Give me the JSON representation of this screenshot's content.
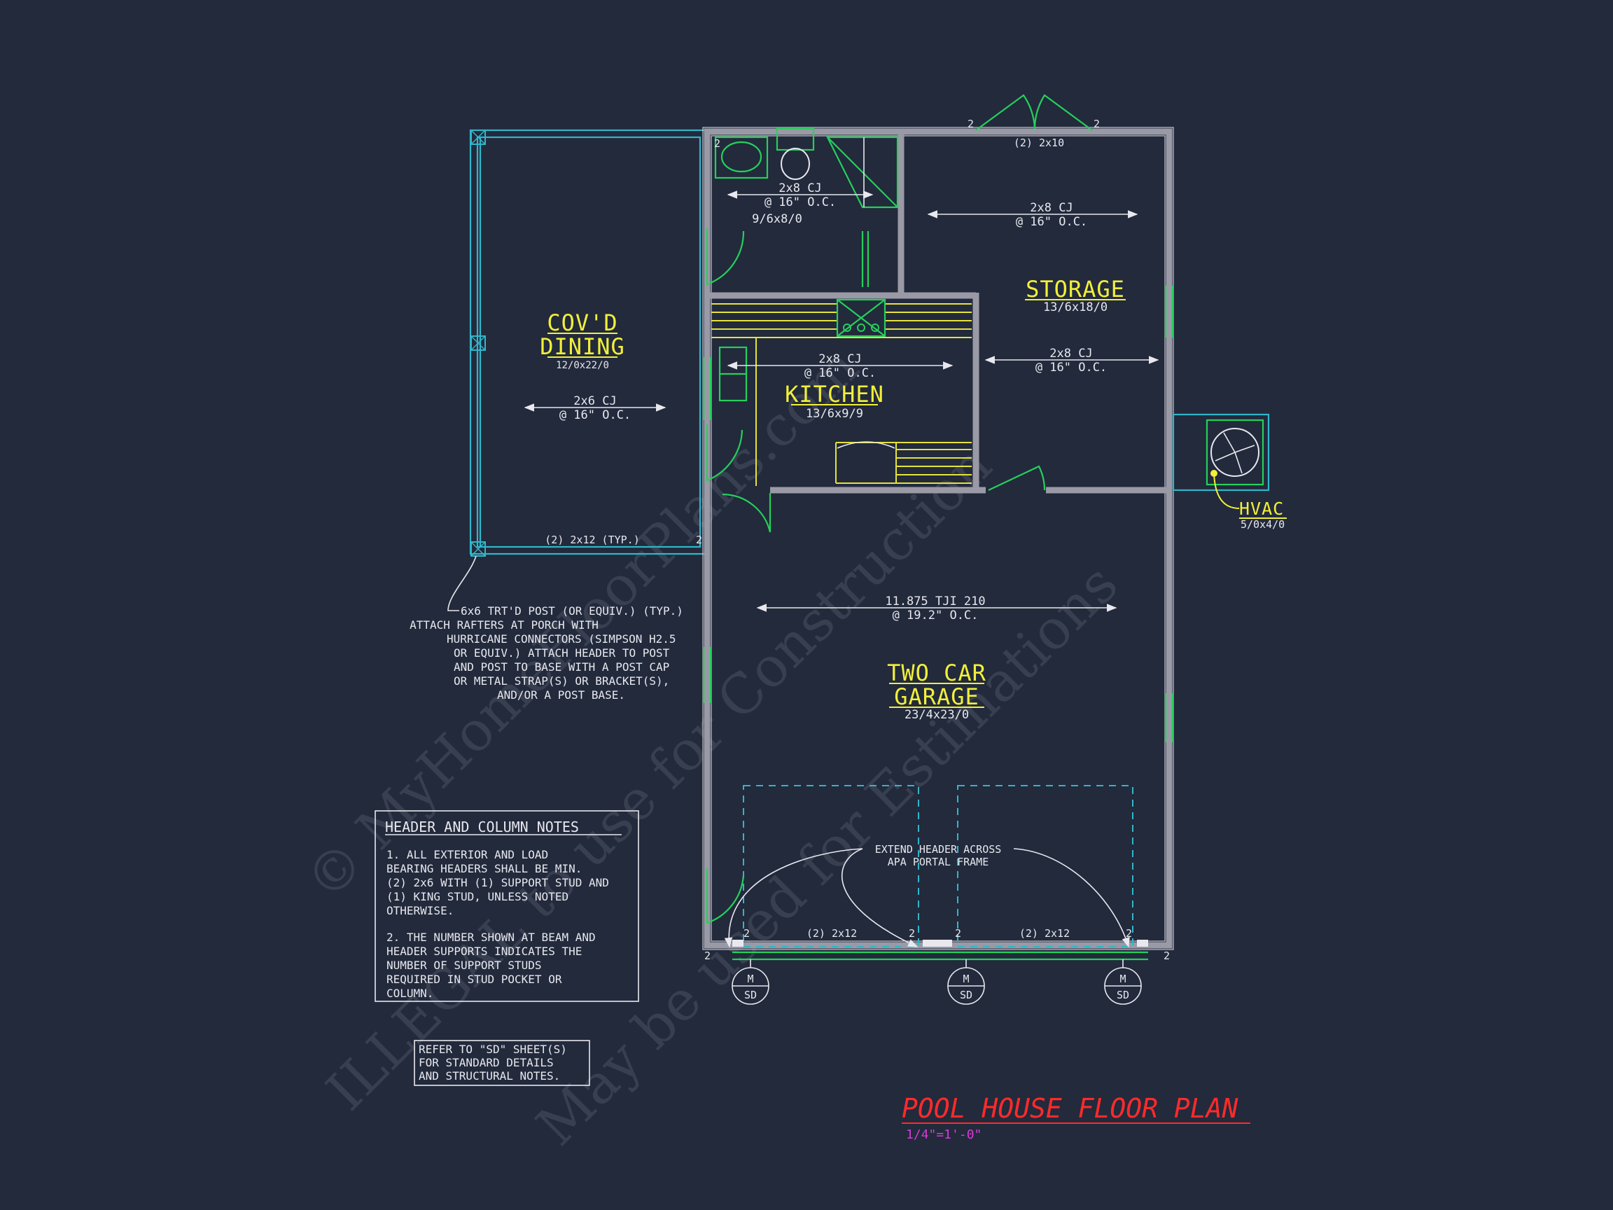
{
  "watermark": {
    "line1": "© MyHomeFloorPlans.com",
    "line2": "ILLEGAL to use for Construction",
    "line3": "May be used for Estimations"
  },
  "rooms": {
    "covd_dining": {
      "name_line1": "COV'D",
      "name_line2": "DINING",
      "size": "12/0x22/0",
      "joist": "2x6 CJ",
      "spacing": "@ 16\" O.C."
    },
    "bath": {
      "size": "9/6x8/0",
      "joist": "2x8 CJ",
      "spacing": "@ 16\" O.C."
    },
    "storage": {
      "name": "STORAGE",
      "size": "13/6x18/0",
      "joist_top": "2x8 CJ",
      "spacing_top": "@ 16\" O.C.",
      "joist_bottom": "2x8 CJ",
      "spacing_bottom": "@ 16\" O.C."
    },
    "kitchen": {
      "name": "KITCHEN",
      "size": "13/6x9/9",
      "joist": "2x8 CJ",
      "spacing": "@ 16\" O.C."
    },
    "garage": {
      "name_line1": "TWO CAR",
      "name_line2": "GARAGE",
      "size": "23/4x23/0",
      "joist": "11.875 TJI 210",
      "spacing": "@ 19.2\" O.C."
    },
    "hvac": {
      "name": "HVAC",
      "size": "5/0x4/0"
    }
  },
  "headers": {
    "storage_top": "(2) 2x10",
    "dining_bottom": "(2) 2x12 (TYP.)",
    "garage_left": "(2) 2x12",
    "garage_right": "(2) 2x12",
    "studs": "2"
  },
  "post_note": [
    "6x6 TRT'D POST (OR EQUIV.) (TYP.)",
    "ATTACH RAFTERS AT PORCH WITH",
    "HURRICANE CONNECTORS (SIMPSON H2.5",
    "OR EQUIV.) ATTACH HEADER TO POST",
    "AND POST TO BASE WITH A POST CAP",
    "OR METAL STRAP(S) OR BRACKET(S),",
    "AND/OR A POST BASE."
  ],
  "portal_note": [
    "EXTEND HEADER ACROSS",
    "APA PORTAL FRAME"
  ],
  "notes_box": {
    "title": "HEADER AND COLUMN NOTES",
    "lines": [
      "1. ALL EXTERIOR AND LOAD",
      "BEARING HEADERS SHALL BE MIN.",
      "(2) 2x6 WITH (1) SUPPORT STUD AND",
      "(1) KING STUD, UNLESS NOTED",
      "OTHERWISE.",
      "",
      "2. THE NUMBER SHOWN AT BEAM AND",
      "HEADER SUPPORTS INDICATES THE",
      "NUMBER OF SUPPORT STUDS",
      "REQUIRED IN STUD POCKET OR",
      "COLUMN."
    ]
  },
  "refer_box": [
    "REFER TO \"SD\" SHEET(S)",
    "FOR STANDARD DETAILS",
    "AND STRUCTURAL NOTES."
  ],
  "detail_tags": {
    "top": "M",
    "bottom": "SD"
  },
  "title": {
    "text": "POOL HOUSE FLOOR PLAN",
    "scale": "1/4\"=1'-0\"",
    "color": "#ff2a2a",
    "scale_color": "#d63ad6"
  },
  "colors": {
    "background": "#222a3c",
    "wall": "#9a9aa6",
    "room_label": "#f2ef3a",
    "cyan": "#31b6c9",
    "green": "#25d05a"
  }
}
